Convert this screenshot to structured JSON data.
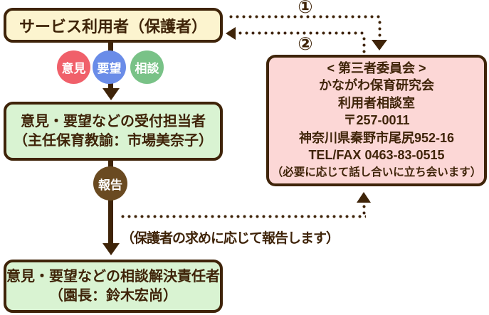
{
  "diagram": {
    "service_user_box": {
      "label": "サービス利用者（保護者）"
    },
    "tags": [
      {
        "label": "意見",
        "color": "#f0606a"
      },
      {
        "label": "要望",
        "color": "#6a8ce8"
      },
      {
        "label": "相談",
        "color": "#79c287"
      }
    ],
    "reception_box": {
      "line1": "意見・要望などの受付担当者",
      "line2": "（主任保育教諭：市場美奈子）"
    },
    "report_badge": {
      "label": "報告",
      "color": "#6a4a21"
    },
    "resolution_box": {
      "line1": "意見・要望などの相談解決責任者",
      "line2": "（園長：鈴木宏尚）"
    },
    "committee_box": {
      "lines": [
        "< 第三者委員会 >",
        "かながわ保育研究会",
        "利用者相談室",
        "〒257-0011",
        "神奈川県秦野市尾尻952-16",
        "TEL/FAX 0463-83-0515",
        "（必要に応じて話し合いに立ち会います）"
      ]
    },
    "arrow_labels": {
      "step1": "①",
      "step2": "②"
    },
    "report_note": "（保護者の求めに応じて報告します）",
    "colors": {
      "outline_brown": "#3f2409",
      "user_box_fill": "#fcf4cf",
      "staff_box_fill": "#d9f3d2",
      "committee_box_fill": "#fcd7d6",
      "tag_opinion": "#f0606a",
      "tag_request": "#6a8ce8",
      "tag_consult": "#79c287",
      "report_badge": "#6a4a21"
    }
  }
}
